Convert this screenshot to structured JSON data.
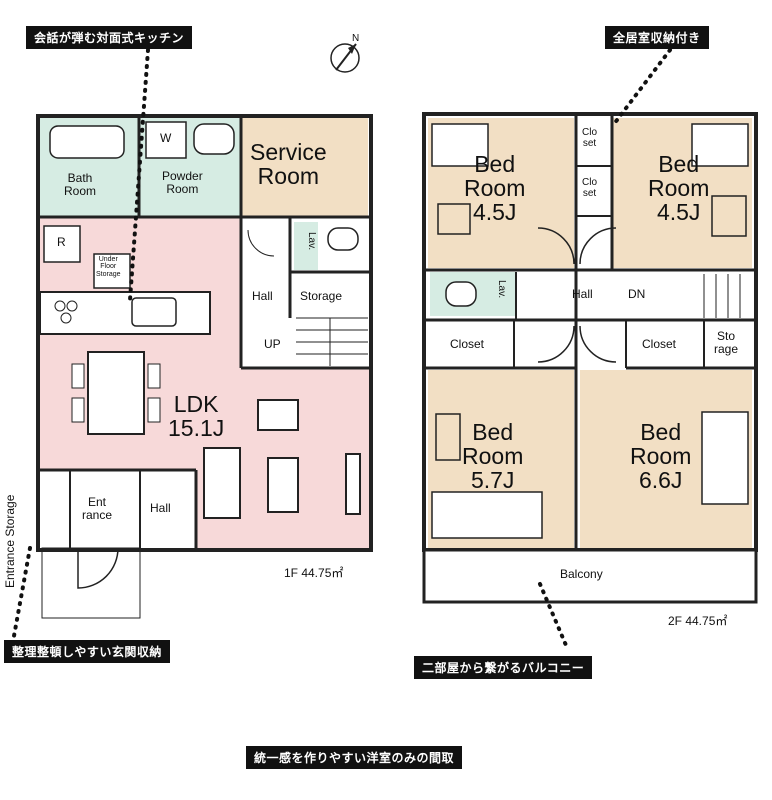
{
  "callouts": {
    "kitchen": "会話が弾む対面式キッチン",
    "closets": "全居室収納付き",
    "entrance_storage": "整理整頓しやすい玄関収納",
    "balcony": "二部屋から繋がるバルコニー",
    "layout": "統一感を作りやすい洋室のみの間取"
  },
  "floor1": {
    "area": "1F 44.75㎡",
    "bath": "Bath\nRoom",
    "washer": "W",
    "powder": "Powder\nRoom",
    "service": "Service\nRoom",
    "fridge": "R",
    "underfloor": "Under\nFloor\nStorage",
    "lav": "Lav.",
    "hall": "Hall",
    "storage": "Storage",
    "up": "UP",
    "ldk": "LDK\n15.1J",
    "entrance": "Ent\nrance",
    "hall2": "Hall",
    "entrance_storage": "Entrance Storage"
  },
  "floor2": {
    "area": "2F 44.75㎡",
    "bed1": "Bed\nRoom\n4.5J",
    "bed2": "Bed\nRoom\n4.5J",
    "closet_a": "Clo\nset",
    "closet_b": "Clo\nset",
    "lav": "Lav.",
    "hall": "Hall",
    "dn": "DN",
    "closet_c": "Closet",
    "closet_d": "Closet",
    "storage": "Sto\nrage",
    "bed3": "Bed\nRoom\n5.7J",
    "bed4": "Bed\nRoom\n6.6J",
    "balcony": "Balcony"
  },
  "compass": "N",
  "colors": {
    "ldk": "#f7d9d9",
    "bedroom": "#f2dfc4",
    "wet": "#d6ece3",
    "wall": "#222222"
  }
}
